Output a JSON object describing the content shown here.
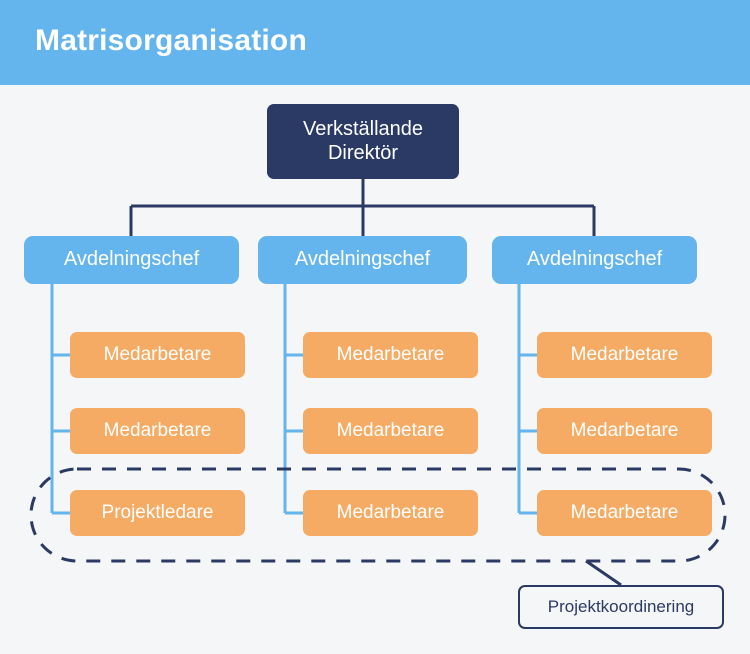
{
  "header": {
    "title": "Matrisorganisation",
    "background_color": "#64b4ed",
    "text_color": "#ffffff"
  },
  "colors": {
    "canvas": "#f5f6f7",
    "ceo_box": "#2b3a64",
    "manager_box": "#64b4ed",
    "staff_box": "#f5ab63",
    "manager_connector": "#64b4ed",
    "ceo_connector": "#2b3a64",
    "dashed_outline": "#2b3a64",
    "callout_border": "#2b3a64",
    "callout_text": "#2b3a64"
  },
  "chart_data": {
    "type": "diagram",
    "title": "Matrisorganisation",
    "root": {
      "label": "Verkställande Direktör",
      "lines": [
        "Verkställande",
        "Direktör"
      ]
    },
    "columns": [
      {
        "manager": "Avdelningschef",
        "staff": [
          "Medarbetare",
          "Medarbetare",
          "Projektledare"
        ]
      },
      {
        "manager": "Avdelningschef",
        "staff": [
          "Medarbetare",
          "Medarbetare",
          "Medarbetare"
        ]
      },
      {
        "manager": "Avdelningschef",
        "staff": [
          "Medarbetare",
          "Medarbetare",
          "Medarbetare"
        ]
      }
    ],
    "annotation": {
      "label": "Projektkoordinering",
      "encloses": "bottom row of all three columns"
    }
  },
  "nodes": {
    "ceo_line1": "Verkställande",
    "ceo_line2": "Direktör",
    "manager_1": "Avdelningschef",
    "manager_2": "Avdelningschef",
    "manager_3": "Avdelningschef",
    "col1_row1": "Medarbetare",
    "col1_row2": "Medarbetare",
    "col1_row3": "Projektledare",
    "col2_row1": "Medarbetare",
    "col2_row2": "Medarbetare",
    "col2_row3": "Medarbetare",
    "col3_row1": "Medarbetare",
    "col3_row2": "Medarbetare",
    "col3_row3": "Medarbetare"
  },
  "callout": {
    "label": "Projektkoordinering"
  }
}
